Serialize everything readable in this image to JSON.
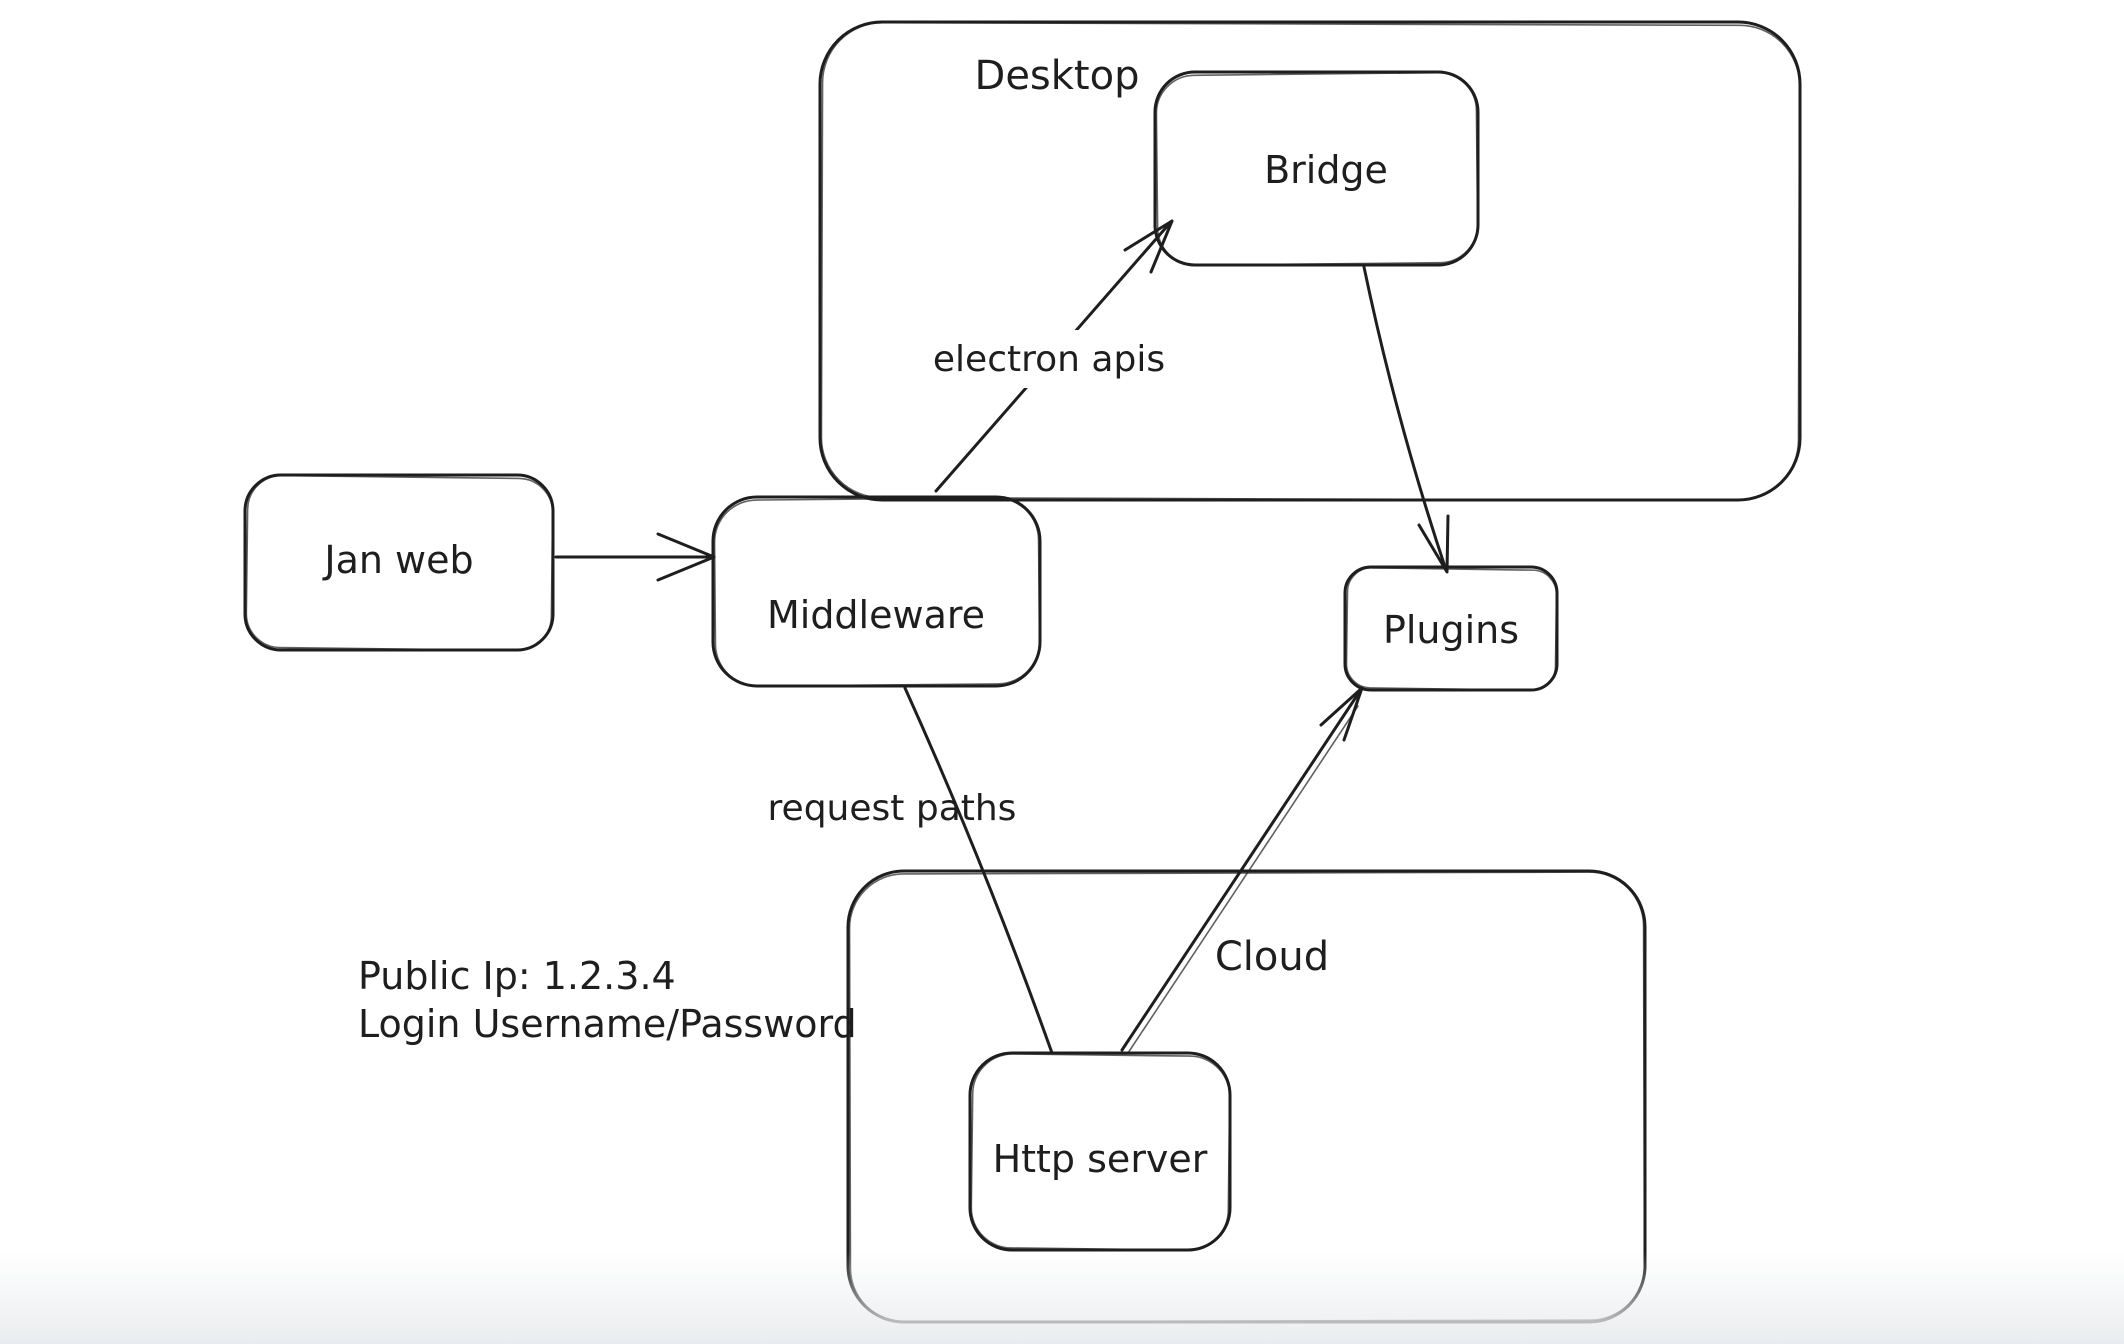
{
  "diagram": {
    "style": "hand-drawn whiteboard flowchart",
    "background": "#ffffff",
    "stroke_color": "#1e1e1e",
    "containers": {
      "desktop": {
        "label": "Desktop"
      },
      "cloud": {
        "label": "Cloud"
      }
    },
    "nodes": {
      "jan_web": {
        "label": "Jan web"
      },
      "middleware": {
        "label": "Middleware"
      },
      "bridge": {
        "label": "Bridge"
      },
      "plugins": {
        "label": "Plugins"
      },
      "http_server": {
        "label": "Http server"
      }
    },
    "edges": [
      {
        "from": "Jan web",
        "to": "Middleware",
        "label": "",
        "arrowhead": true
      },
      {
        "from": "Middleware",
        "to": "Bridge",
        "label": "electron apis",
        "arrowhead": true
      },
      {
        "from": "Bridge",
        "to": "Plugins",
        "label": "",
        "arrowhead": true
      },
      {
        "from": "Middleware",
        "to": "Http server",
        "label": "request paths",
        "arrowhead": false
      },
      {
        "from": "Http server",
        "to": "Plugins",
        "label": "",
        "arrowhead": true
      }
    ],
    "annotations": {
      "public_ip": "Public Ip: 1.2.3.4",
      "login": "Login Username/Password"
    }
  }
}
